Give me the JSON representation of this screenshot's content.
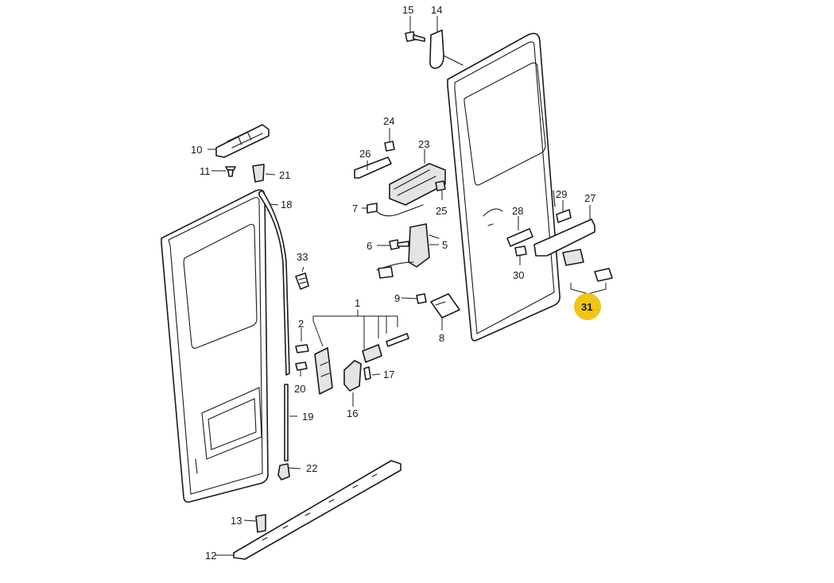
{
  "diagram": {
    "highlight_color": "#f2c417",
    "highlighted_callout": "31",
    "callouts": {
      "c1": "1",
      "c2": "2",
      "c5": "5",
      "c6": "6",
      "c7": "7",
      "c8": "8",
      "c9": "9",
      "c10": "10",
      "c11": "11",
      "c12": "12",
      "c13": "13",
      "c14": "14",
      "c15": "15",
      "c16": "16",
      "c17": "17",
      "c18": "18",
      "c19": "19",
      "c20": "20",
      "c21": "21",
      "c22": "22",
      "c23": "23",
      "c24": "24",
      "c25": "25",
      "c26": "26",
      "c27": "27",
      "c28": "28",
      "c29": "29",
      "c30": "30",
      "c31": "31",
      "c33": "33"
    }
  }
}
